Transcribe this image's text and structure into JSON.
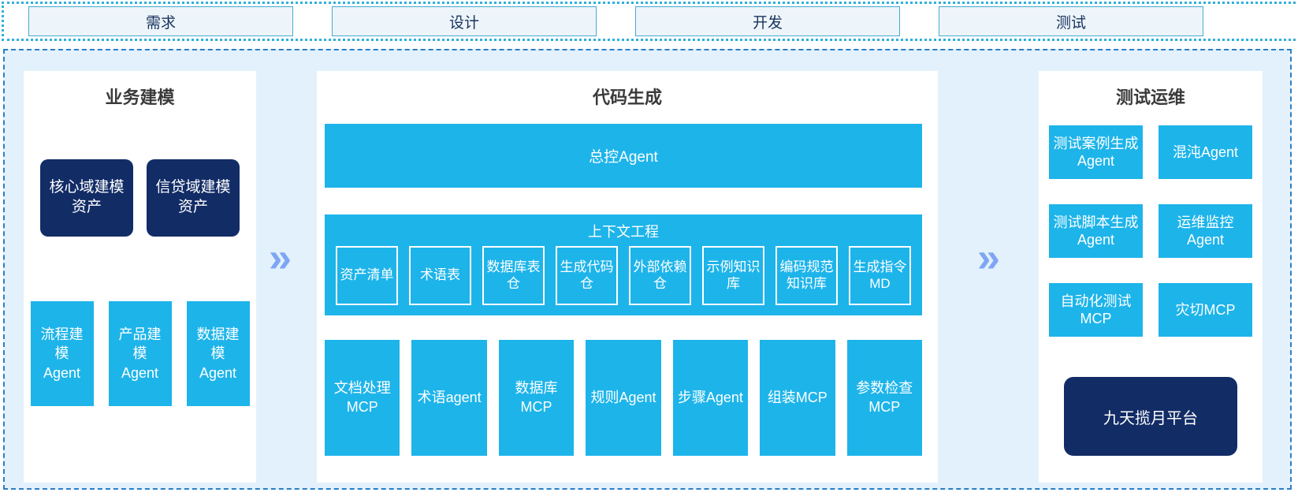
{
  "phases": {
    "items": [
      "需求",
      "设计",
      "开发",
      "测试"
    ]
  },
  "business_modeling": {
    "title": "业务建模",
    "assets": [
      "核心域建模资产",
      "信贷域建模资产"
    ],
    "agents": [
      "流程建模Agent",
      "产品建模Agent",
      "数据建模Agent"
    ]
  },
  "code_generation": {
    "title": "代码生成",
    "master_agent": "总控Agent",
    "context_engineering": {
      "title": "上下文工程",
      "items": [
        "资产清单",
        "术语表",
        "数据库表仓",
        "生成代码仓",
        "外部依赖仓",
        "示例知识库",
        "编码规范知识库",
        "生成指令MD"
      ]
    },
    "tools": [
      "文档处理MCP",
      "术语agent",
      "数据库MCP",
      "规则Agent",
      "步骤Agent",
      "组装MCP",
      "参数检查MCP"
    ]
  },
  "test_ops": {
    "title": "测试运维",
    "boxes": [
      "测试案例生成Agent",
      "混沌Agent",
      "测试脚本生成Agent",
      "运维监控Agent",
      "自动化测试MCP",
      "灾切MCP"
    ],
    "platform": "九天揽月平台"
  },
  "chevron_glyph": "»",
  "colors": {
    "cyan": "#1db4ea",
    "navy": "#122c66",
    "container_bg": "#e3f1fc",
    "container_border": "#2b7fc3",
    "strip_border": "#2fb0da",
    "phase_box_bg": "#eef5fa",
    "phase_box_border": "#46a9d1",
    "phase_text": "#17325f",
    "chevron": "#7ea6f2",
    "title_text": "#3a3a3a"
  }
}
